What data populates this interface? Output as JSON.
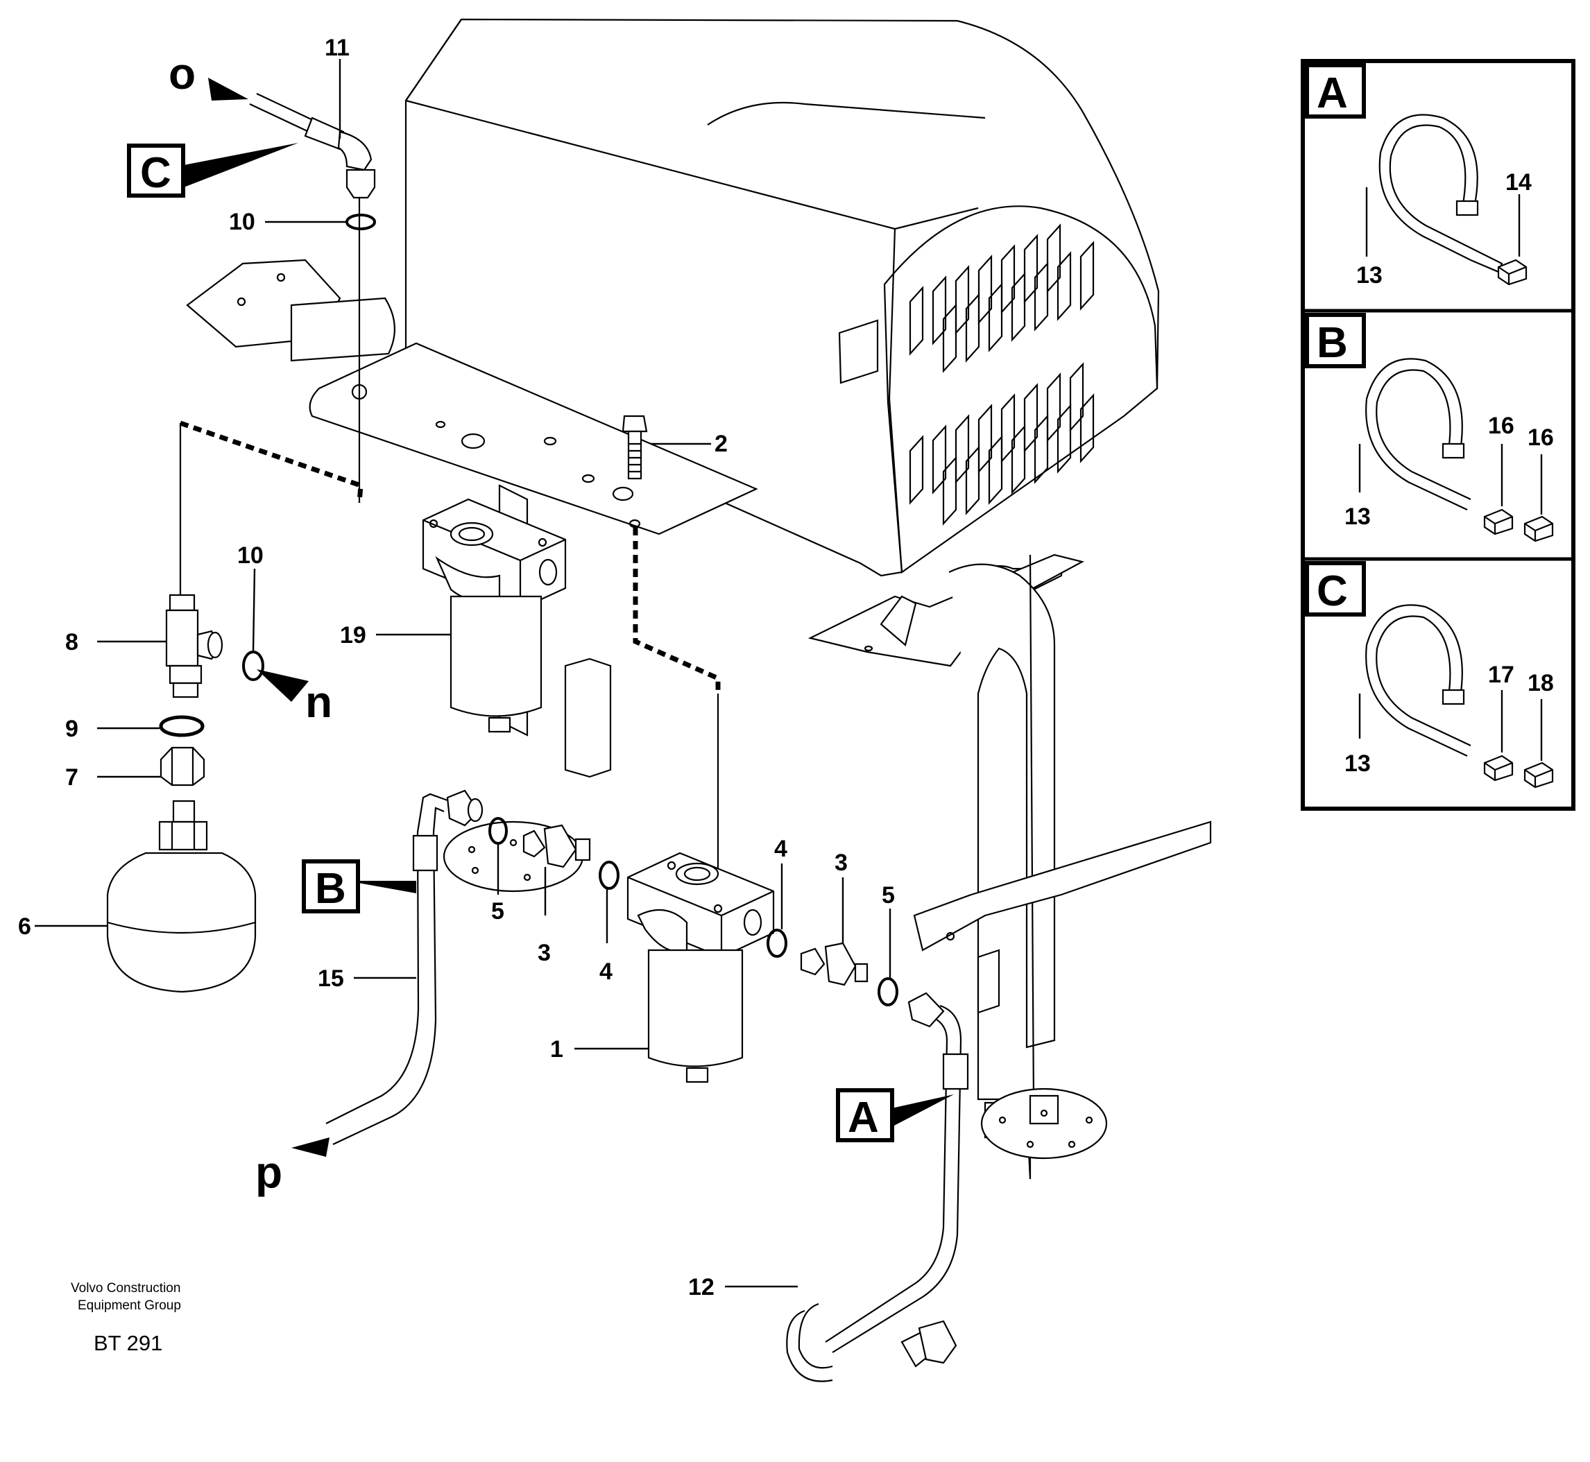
{
  "callouts": {
    "c1": "1",
    "c2": "2",
    "c3a": "3",
    "c3b": "3",
    "c4a": "4",
    "c4b": "4",
    "c5a": "5",
    "c5b": "5",
    "c6": "6",
    "c7": "7",
    "c8": "8",
    "c9": "9",
    "c10a": "10",
    "c10b": "10",
    "c11": "11",
    "c12": "12",
    "c15": "15",
    "c19": "19"
  },
  "connections": {
    "o": "o",
    "n": "n",
    "p": "p"
  },
  "view_labels": {
    "A": "A",
    "B": "B",
    "C": "C"
  },
  "detail_panels": [
    {
      "letter": "A",
      "strap": "13",
      "parts": [
        "14"
      ]
    },
    {
      "letter": "B",
      "strap": "13",
      "parts": [
        "16",
        "16"
      ]
    },
    {
      "letter": "C",
      "strap": "13",
      "parts": [
        "17",
        "18"
      ]
    }
  ],
  "footer": {
    "company_line1": "Volvo Construction",
    "company_line2": "Equipment Group",
    "drawing_code": "BT 291"
  }
}
